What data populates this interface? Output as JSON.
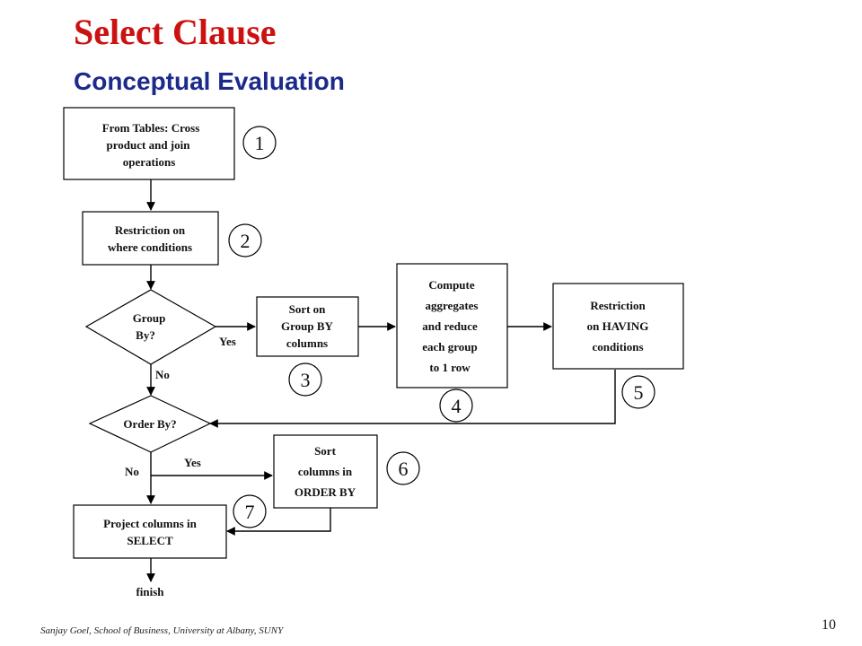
{
  "slide": {
    "title": "Select Clause",
    "subtitle": "Conceptual Evaluation",
    "footer": "Sanjay Goel, School of Business, University at Albany, SUNY",
    "page_number": "10",
    "colors": {
      "title": "#cc1111",
      "subtitle": "#1c2a8c"
    }
  },
  "diagram": {
    "nodes": {
      "from_tables": {
        "lines": [
          "From Tables: Cross",
          "product and join",
          "operations"
        ]
      },
      "where_restriction": {
        "lines": [
          "Restriction on",
          "where conditions"
        ]
      },
      "group_by_decision": {
        "lines": [
          "Group",
          "By?"
        ]
      },
      "sort_group_by": {
        "lines": [
          "Sort on",
          "Group BY",
          "columns"
        ]
      },
      "compute_aggregates": {
        "lines": [
          "Compute",
          "aggregates",
          "and reduce",
          "each group",
          "to 1 row"
        ]
      },
      "having_restriction": {
        "lines": [
          "Restriction",
          "on HAVING",
          "conditions"
        ]
      },
      "order_by_decision": {
        "lines": [
          "Order By?"
        ]
      },
      "sort_order_by": {
        "lines": [
          "Sort",
          "columns in",
          "ORDER BY"
        ]
      },
      "project_select": {
        "lines": [
          "Project columns in",
          "SELECT"
        ]
      },
      "finish": {
        "lines": [
          "finish"
        ]
      }
    },
    "steps": {
      "s1": "1",
      "s2": "2",
      "s3": "3",
      "s4": "4",
      "s5": "5",
      "s6": "6",
      "s7": "7"
    },
    "edge_labels": {
      "group_yes": "Yes",
      "group_no": "No",
      "order_yes": "Yes",
      "order_no": "No"
    }
  }
}
